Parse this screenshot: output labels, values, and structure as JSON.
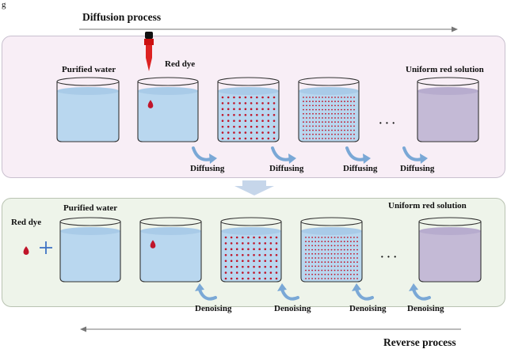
{
  "figure_label": "g",
  "top_title": "Diffusion process",
  "bottom_title": "Reverse process",
  "top": {
    "label_purified_water": "Purified water",
    "label_red_dye": "Red dye",
    "label_uniform": "Uniform red solution",
    "arrow_labels": [
      "Diffusing",
      "Diffusing",
      "Diffusing",
      "Diffusing"
    ],
    "ellipsis": "· · ·"
  },
  "bottom": {
    "label_red_dye": "Red dye",
    "label_purified_water": "Purified water",
    "label_uniform": "Uniform red solution",
    "arrow_labels": [
      "Denoising",
      "Denoising",
      "Denoising",
      "Denoising"
    ],
    "ellipsis": "· · ·"
  },
  "colors": {
    "water": "#b9d7ef",
    "water_top": "#a9cbe8",
    "uniform": "#c4bad6",
    "dye": "#c0152a",
    "arrow_blue": "#7aa8d6",
    "plus": "#3f73c4"
  }
}
